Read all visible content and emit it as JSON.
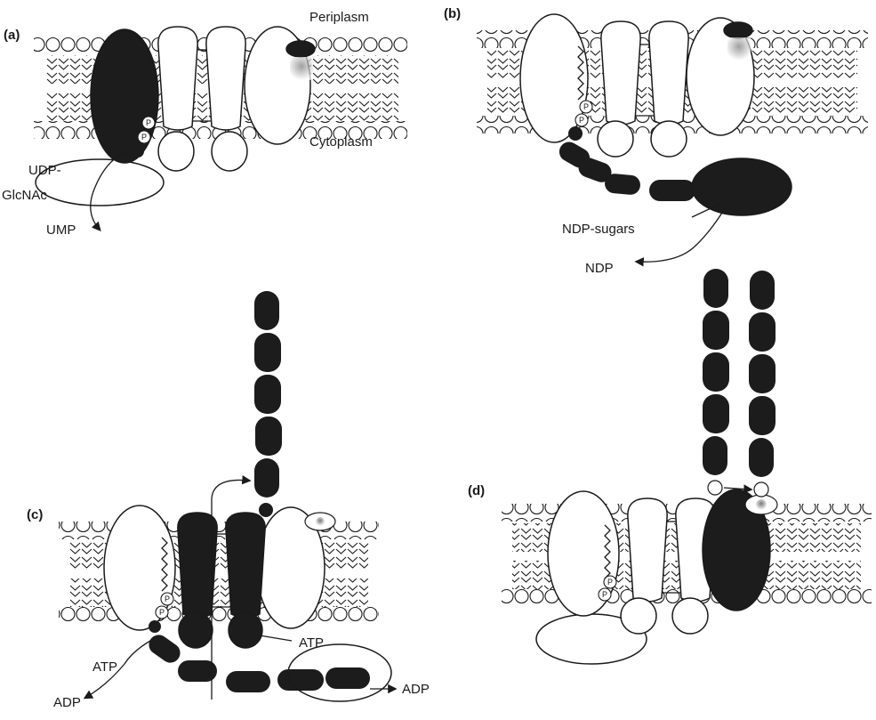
{
  "panels": {
    "a": {
      "label": "(a)",
      "periplasm": "Periplasm",
      "cytoplasm": "Cytoplasm",
      "substrate_line1": "UDP-",
      "substrate_line2": "GlcNAc",
      "product": "UMP",
      "phosphate": "P"
    },
    "b": {
      "label": "(b)",
      "substrate": "NDP-sugars",
      "product": "NDP",
      "phosphate": "P"
    },
    "c": {
      "label": "(c)",
      "atp_top": "ATP",
      "atp_bottom": "ATP",
      "adp_left": "ADP",
      "adp_right": "ADP",
      "phosphate": "P"
    },
    "d": {
      "label": "(d)",
      "phosphate": "P"
    }
  },
  "colors": {
    "dark_protein": "#1c1c1c",
    "outline": "#1a1a1a",
    "background": "#ffffff"
  }
}
